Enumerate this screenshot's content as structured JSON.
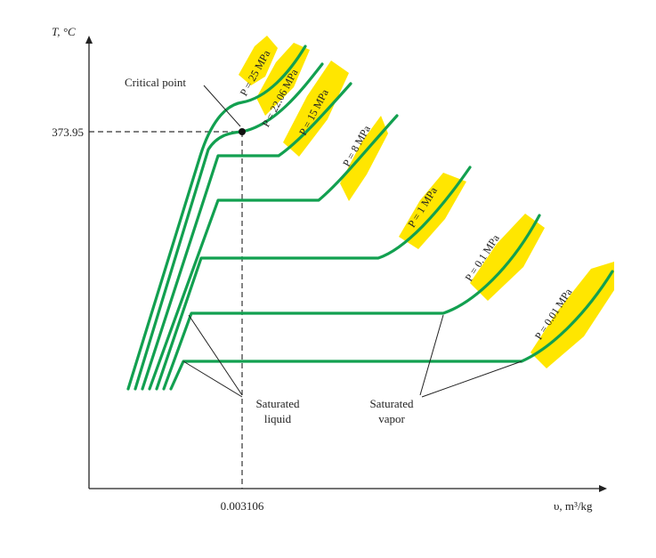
{
  "figure": {
    "y_axis_label": "T, °C",
    "x_axis_label": "υ, m³/kg",
    "critical_temperature_label": "373.95",
    "critical_volume_label": "0.003106",
    "critical_point_label": "Critical point",
    "saturated_liquid_label": [
      "Saturated",
      "liquid"
    ],
    "saturated_vapor_label": [
      "Saturated",
      "vapor"
    ],
    "isobars": [
      {
        "label": "P = 25 MPa"
      },
      {
        "label": "P = 22.06 MPa"
      },
      {
        "label": "P = 15 MPa"
      },
      {
        "label": "P = 8 MPa"
      },
      {
        "label": "P = 1 MPa"
      },
      {
        "label": "P = 0.1 MPa"
      },
      {
        "label": "P = 0.01 MPa"
      }
    ]
  },
  "colors": {
    "curve": "#12a050",
    "highlight": "#ffe600",
    "axis": "#222222",
    "dashed": "#333333"
  }
}
